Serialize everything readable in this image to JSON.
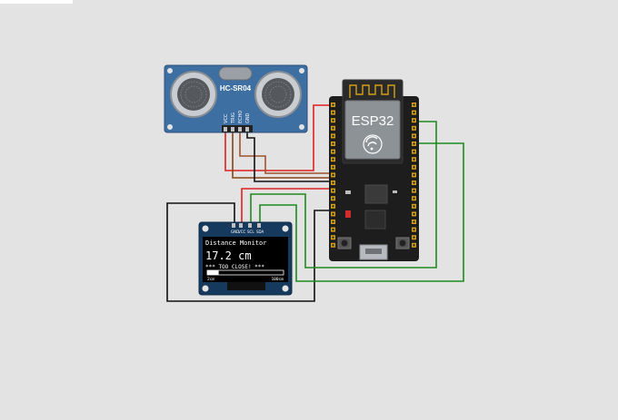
{
  "sensor": {
    "name": "HC-SR04",
    "pins": [
      "VCC",
      "TRIG",
      "ECHO",
      "GND"
    ]
  },
  "mcu": {
    "name": "ESP32"
  },
  "oled": {
    "pins": [
      "GND",
      "VCC",
      "SCL",
      "SDA"
    ],
    "title": "Distance Monitor",
    "reading": "17.2 cm",
    "status": "*** TOO CLOSE! ***",
    "bar_min": "2cm",
    "bar_max": "100cm",
    "bar_level": 0.15
  },
  "colors": {
    "background": "#e3e3e3",
    "pcb_blue": "#3d6fa3",
    "board_black": "#1d1d1d",
    "wire_red": "#e02020",
    "wire_brown": "#8b4513",
    "wire_green": "#1e8a1e",
    "wire_black": "#111111"
  }
}
